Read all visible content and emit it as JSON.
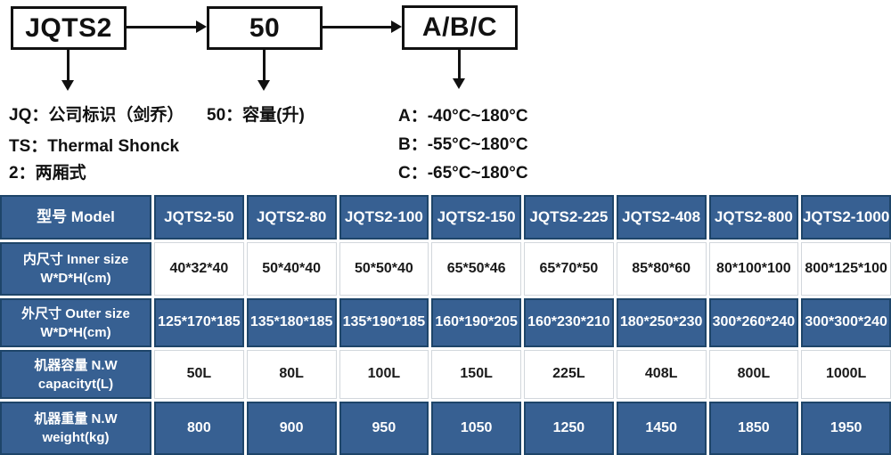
{
  "diagram": {
    "boxes": [
      {
        "label": "JQTS2"
      },
      {
        "label": "50"
      },
      {
        "label": "A/B/C"
      }
    ],
    "notes_left": [
      "JQ：公司标识（剑乔）",
      "TS：Thermal Shonck",
      "2：两厢式"
    ],
    "note_mid": "50：容量(升)",
    "notes_right": [
      "A：-40°C~180°C",
      "B：-55°C~180°C",
      "C：-65°C~180°C"
    ]
  },
  "table": {
    "header": [
      "型号 Model",
      "JQTS2-50",
      "JQTS2-80",
      "JQTS2-100",
      "JQTS2-150",
      "JQTS2-225",
      "JQTS2-408",
      "JQTS2-800",
      "JQTS2-1000"
    ],
    "rows": [
      {
        "label_line1": "内尺寸 Inner size",
        "label_line2": "W*D*H(cm)",
        "values": [
          "40*32*40",
          "50*40*40",
          "50*50*40",
          "65*50*46",
          "65*70*50",
          "85*80*60",
          "80*100*100",
          "800*125*100"
        ]
      },
      {
        "label_line1": "外尺寸 Outer size",
        "label_line2": "W*D*H(cm)",
        "values": [
          "125*170*185",
          "135*180*185",
          "135*190*185",
          "160*190*205",
          "160*230*210",
          "180*250*230",
          "300*260*240",
          "300*300*240"
        ]
      },
      {
        "label_line1": "机器容量 N.W",
        "label_line2": "capacityt(L)",
        "values": [
          "50L",
          "80L",
          "100L",
          "150L",
          "225L",
          "408L",
          "800L",
          "1000L"
        ]
      },
      {
        "label_line1": "机器重量 N.W",
        "label_line2": "weight(kg)",
        "values": [
          "800",
          "900",
          "950",
          "1050",
          "1250",
          "1450",
          "1850",
          "1950"
        ]
      }
    ],
    "colors": {
      "cell_blue": "#376092",
      "cell_blue_border": "#1e4569",
      "light_cell_border": "#d2d7dc",
      "ink": "#111111"
    }
  }
}
